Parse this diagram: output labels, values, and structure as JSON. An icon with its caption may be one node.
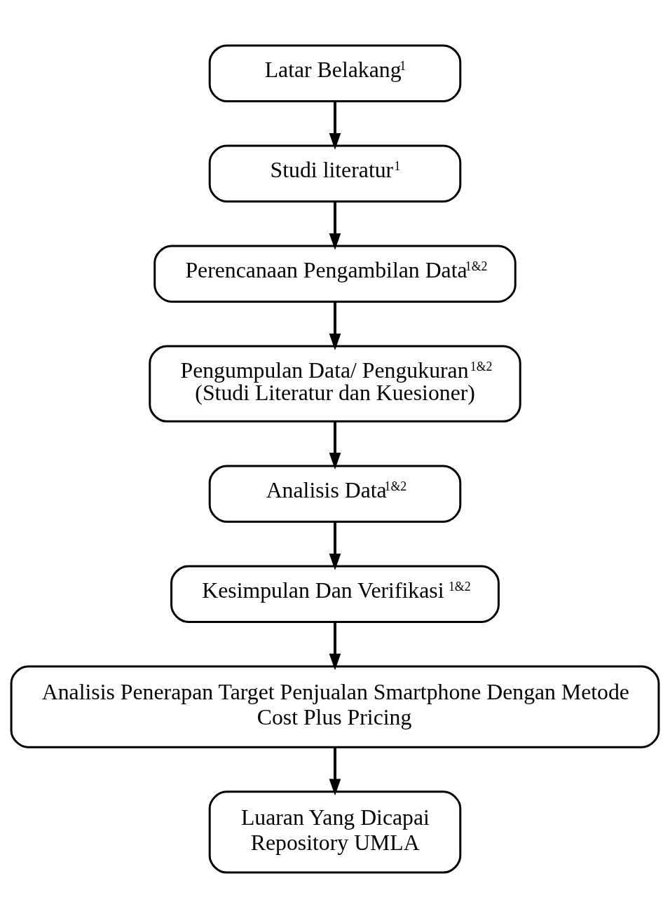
{
  "diagram": {
    "nodes": [
      {
        "text": [
          "Latar Belakang$^{1}$"
        ]
      },
      {
        "text": [
          "Studi literatur$^{1}$"
        ]
      },
      {
        "text": [
          "Perencanaan Pengambilan Data$^{1&2}$"
        ]
      },
      {
        "text": [
          "Pengumpulan Data/ Pengukuran$^{1&2}$",
          "(Studi Literatur dan Kuesioner)"
        ]
      },
      {
        "text": [
          "Analisis Data$^{1&2}$"
        ]
      },
      {
        "text": [
          "Kesimpulan Dan Verifikasi $^{1&2}$"
        ]
      },
      {
        "text": [
          "Analisis Penerapan Target Penjualan Smartphone Dengan Metode Cost Plus Pricing"
        ]
      },
      {
        "text": [
          "Luaran Yang Dicapai",
          "Repository UMLA"
        ]
      }
    ],
    "edges": [
      {
        "from": 0,
        "to": 1,
        "arrow": "to"
      },
      {
        "from": 1,
        "to": 2,
        "arrow": "to"
      },
      {
        "from": 2,
        "to": 3,
        "arrow": "to"
      },
      {
        "from": 3,
        "to": 4,
        "arrow": "to"
      },
      {
        "from": 4,
        "to": 5,
        "arrow": "to"
      },
      {
        "from": 5,
        "to": 6,
        "arrow": "to"
      },
      {
        "from": 6,
        "to": 7,
        "arrow": "to"
      }
    ]
  }
}
